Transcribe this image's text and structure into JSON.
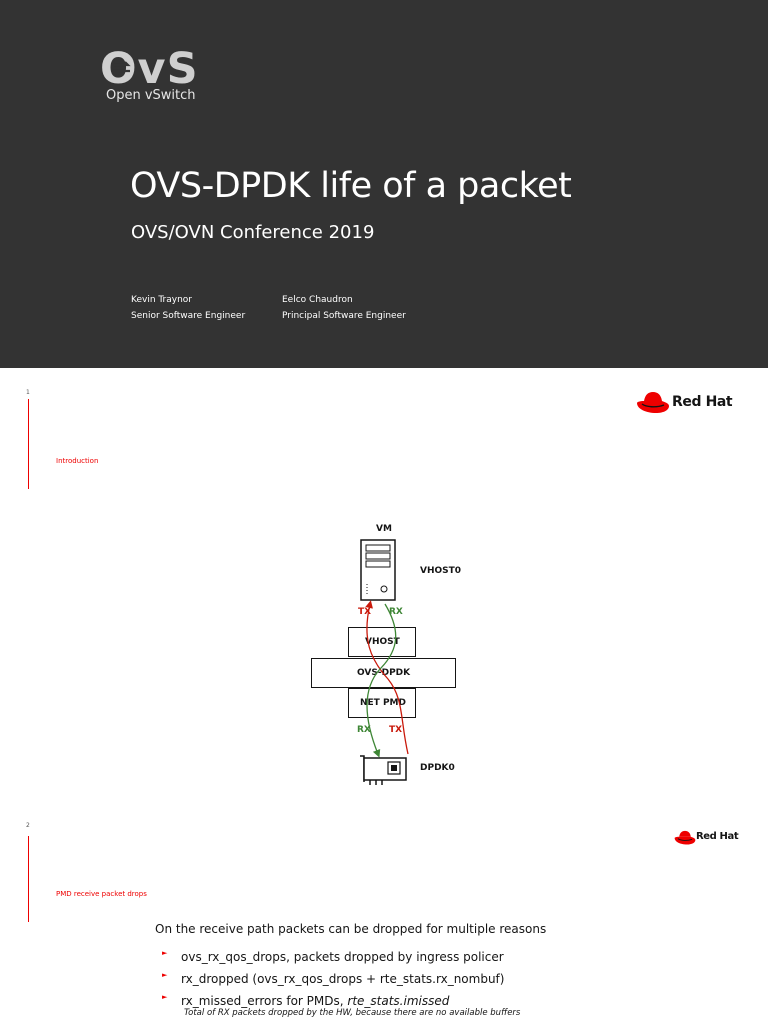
{
  "slide1": {
    "logo": {
      "mark": "OvS",
      "subtitle": "Open vSwitch"
    },
    "title": "OVS-DPDK life of a packet",
    "subtitle": "OVS/OVN Conference 2019",
    "authors": [
      {
        "name": "Kevin Traynor",
        "role": "Senior Software Engineer"
      },
      {
        "name": "Eelco Chaudron",
        "role": "Principal Software Engineer"
      }
    ]
  },
  "slide2": {
    "number": "1",
    "section": "Introduction",
    "brand": "Red Hat",
    "diagram": {
      "vm": "VM",
      "vhost0": "VHOST0",
      "tx_top": "TX",
      "rx_top": "RX",
      "vhost": "VHOST",
      "ovs_dpdk": "OVS-DPDK",
      "net_pmd": "NET PMD",
      "rx_bottom": "RX",
      "tx_bottom": "TX",
      "dpdk0": "DPDK0"
    },
    "colors": {
      "tx": "#c9190b",
      "rx": "#3e8635",
      "accent": "#ee0000"
    }
  },
  "slide3": {
    "number": "2",
    "section": "PMD receive packet drops",
    "brand": "Red Hat",
    "intro": "On the receive path packets can be dropped for multiple reasons",
    "bullets": [
      "ovs_rx_qos_drops, packets dropped by ingress policer",
      "rx_dropped (ovs_rx_qos_drops + rte_stats.rx_nombuf)"
    ],
    "bullet3_prefix": "rx_missed_errors for PMDs, ",
    "bullet3_italic": "rte_stats.imissed",
    "note": "Total of RX packets dropped by the HW, because there are no available buffers"
  }
}
